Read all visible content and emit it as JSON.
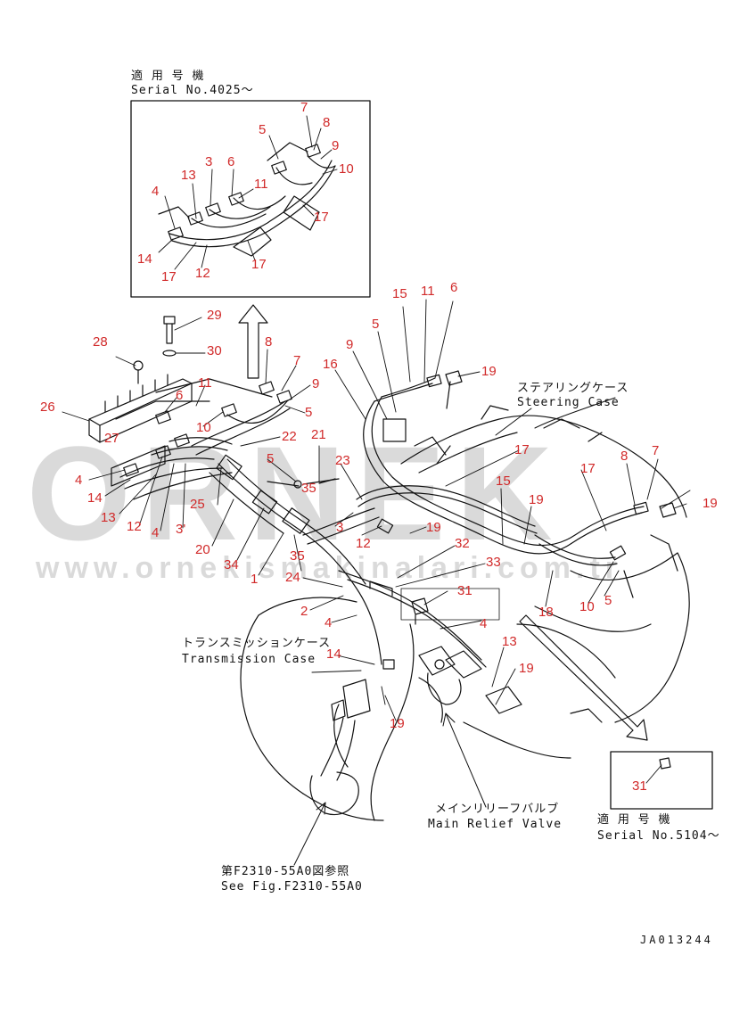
{
  "colors": {
    "callout": "#d12a2a",
    "line": "#111111",
    "watermark": "#c9c9c9",
    "accent": "#f5c46a"
  },
  "labels": {
    "inset_top_jp": "適 用 号 機",
    "inset_top_serial": "Serial No.4025～",
    "steering_jp": "ステアリングケース",
    "steering_en": "Steering Case",
    "transmission_jp": "トランスミッションケース",
    "transmission_en": "Transmission Case",
    "relief_jp": "メインリリーフバルブ",
    "relief_en": "Main Relief Valve",
    "inset_bottom_jp": "適 用 号 機",
    "inset_bottom_serial": "Serial No.5104～",
    "ref_jp": "第F2310-55A0図参照",
    "ref_en": "See Fig.F2310-55A0",
    "drawing_no": "JA013244"
  },
  "watermark": {
    "brand": "ORNEK",
    "url": "www.ornekismakinalari.com.tr"
  },
  "callouts": [
    {
      "id": "c1",
      "text": "7"
    },
    {
      "id": "c2",
      "text": "8"
    },
    {
      "id": "c3",
      "text": "5"
    },
    {
      "id": "c4",
      "text": "9"
    },
    {
      "id": "c5",
      "text": "3"
    },
    {
      "id": "c6",
      "text": "6"
    },
    {
      "id": "c7",
      "text": "13"
    },
    {
      "id": "c8",
      "text": "10"
    },
    {
      "id": "c9",
      "text": "11"
    },
    {
      "id": "c10",
      "text": "4"
    },
    {
      "id": "c11",
      "text": "17"
    },
    {
      "id": "c12",
      "text": "14"
    },
    {
      "id": "c13",
      "text": "17"
    },
    {
      "id": "c14",
      "text": "12"
    },
    {
      "id": "c15",
      "text": "17"
    },
    {
      "id": "c16",
      "text": "29"
    },
    {
      "id": "c17",
      "text": "28"
    },
    {
      "id": "c18",
      "text": "30"
    },
    {
      "id": "c19",
      "text": "8"
    },
    {
      "id": "c20",
      "text": "11"
    },
    {
      "id": "c21",
      "text": "7"
    },
    {
      "id": "c22",
      "text": "6"
    },
    {
      "id": "c23",
      "text": "9"
    },
    {
      "id": "c24",
      "text": "26"
    },
    {
      "id": "c25",
      "text": "10"
    },
    {
      "id": "c26",
      "text": "5"
    },
    {
      "id": "c27",
      "text": "27"
    },
    {
      "id": "c28",
      "text": "22"
    },
    {
      "id": "c29",
      "text": "21"
    },
    {
      "id": "c30",
      "text": "5"
    },
    {
      "id": "c31",
      "text": "4"
    },
    {
      "id": "c32",
      "text": "14"
    },
    {
      "id": "c33",
      "text": "35"
    },
    {
      "id": "c34",
      "text": "13"
    },
    {
      "id": "c35",
      "text": "25"
    },
    {
      "id": "c36",
      "text": "12"
    },
    {
      "id": "c37",
      "text": "4"
    },
    {
      "id": "c38",
      "text": "3'"
    },
    {
      "id": "c39",
      "text": "20"
    },
    {
      "id": "c40",
      "text": "34"
    },
    {
      "id": "c41",
      "text": "35"
    },
    {
      "id": "c42",
      "text": "1"
    },
    {
      "id": "c43",
      "text": "24"
    },
    {
      "id": "c44",
      "text": "3"
    },
    {
      "id": "c45",
      "text": "23"
    },
    {
      "id": "c46",
      "text": "12"
    },
    {
      "id": "c47",
      "text": "2"
    },
    {
      "id": "c48",
      "text": "4"
    },
    {
      "id": "c49",
      "text": "14"
    },
    {
      "id": "c50",
      "text": "15"
    },
    {
      "id": "c51",
      "text": "11"
    },
    {
      "id": "c52",
      "text": "6"
    },
    {
      "id": "c53",
      "text": "5"
    },
    {
      "id": "c54",
      "text": "9"
    },
    {
      "id": "c55",
      "text": "16"
    },
    {
      "id": "c56",
      "text": "19"
    },
    {
      "id": "c57",
      "text": "17"
    },
    {
      "id": "c58",
      "text": "15"
    },
    {
      "id": "c59",
      "text": "17"
    },
    {
      "id": "c60",
      "text": "8"
    },
    {
      "id": "c61",
      "text": "7"
    },
    {
      "id": "c62",
      "text": "19"
    },
    {
      "id": "c63",
      "text": "19"
    },
    {
      "id": "c64",
      "text": "19"
    },
    {
      "id": "c65",
      "text": "32"
    },
    {
      "id": "c66",
      "text": "33"
    },
    {
      "id": "c67",
      "text": "31"
    },
    {
      "id": "c68",
      "text": "4"
    },
    {
      "id": "c69",
      "text": "18"
    },
    {
      "id": "c70",
      "text": "10"
    },
    {
      "id": "c71",
      "text": "5"
    },
    {
      "id": "c72",
      "text": "13"
    },
    {
      "id": "c73",
      "text": "19"
    },
    {
      "id": "c74",
      "text": "19"
    },
    {
      "id": "c75",
      "text": "31"
    }
  ]
}
